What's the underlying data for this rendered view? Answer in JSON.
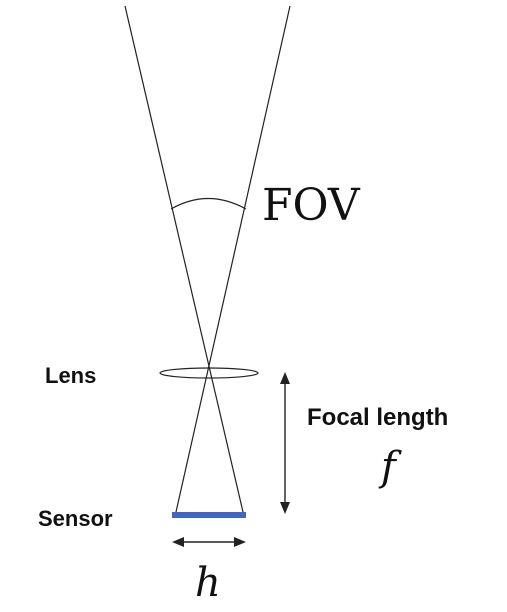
{
  "labels": {
    "fov": "FOV",
    "lens": "Lens",
    "focal_length": "Focal length",
    "focal_symbol": "f",
    "sensor": "Sensor",
    "sensor_symbol": "h"
  },
  "colors": {
    "background": "#ffffff",
    "line": "#222222",
    "sensor": "#3f66c4"
  }
}
